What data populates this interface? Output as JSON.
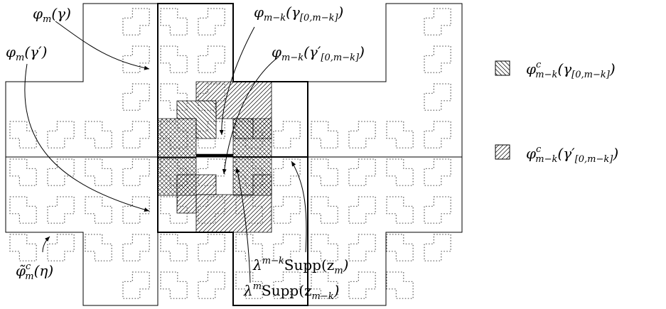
{
  "labels": {
    "phi_m_gamma": {
      "base": "φ",
      "sub": "m",
      "arg": "(γ)"
    },
    "phi_m_gamma_prime": {
      "base": "φ",
      "sub": "m",
      "arg": "(γ′)"
    },
    "phi_mk_gamma": {
      "base": "φ",
      "sub": "m−k",
      "arg1": "(γ",
      "sub2": "[0,m−k]",
      "arg2": ")"
    },
    "phi_mk_gamma_prime": {
      "base": "φ",
      "sub": "m−k",
      "arg1": "(γ′",
      "sub2": "[0,m−k]",
      "arg2": ")"
    },
    "phi_tilde_eta": {
      "base": "φ̃",
      "sup": "c",
      "sub": "m",
      "arg": "(η)"
    },
    "lambda_mk_supp": {
      "base": "λ",
      "sup": "m−k",
      "text": "Supp(z",
      "sub": "m",
      "close": ")"
    },
    "lambda_m_supp": {
      "base": "λ",
      "sup": "m",
      "text": "Supp(z",
      "sub": "m−k",
      "close": ")"
    }
  },
  "legend": [
    {
      "pattern": "crosshatch",
      "base": "φ",
      "sup": "c",
      "sub": "m−k",
      "arg1": "(γ",
      "sub2": "[0,m−k]",
      "arg2": ")"
    },
    {
      "pattern": "diagonal",
      "base": "φ",
      "sup": "c",
      "sub": "m−k",
      "arg1": "(γ′",
      "sub2": "[0,m−k]",
      "arg2": ")"
    }
  ]
}
